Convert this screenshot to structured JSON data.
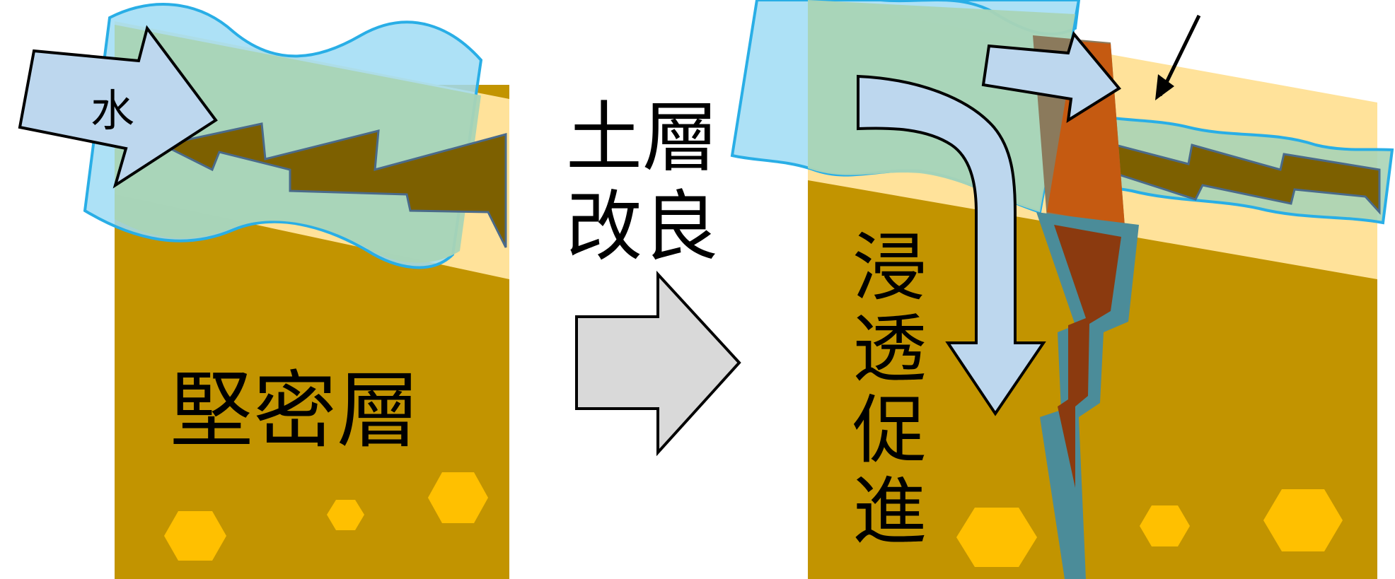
{
  "labels": {
    "water": "水",
    "hard_layer": "堅密層",
    "soil_improvement_line1": "土層",
    "soil_improvement_line2": "改良",
    "infiltration_chars": [
      "浸",
      "透",
      "促",
      "進"
    ]
  },
  "colors": {
    "subsoil": "#c29400",
    "topsoil": "#ffe29a",
    "water_fill": "#9fdcf5",
    "water_stroke": "#29aee6",
    "overlap_green": "#a9d4b6",
    "crack_brown": "#7d6000",
    "arrow_fill": "#bdd7ee",
    "big_arrow_fill": "#d9d9d9",
    "stone": "#ffc000",
    "drain_pipe": "#c55a11",
    "drain_pipe_dark": "#8b4513",
    "drain_outline": "#3f7f8f"
  },
  "icons": {
    "water_flow": "right-arrow-icon",
    "transition": "big-right-arrow-icon",
    "downward_flow": "down-bent-arrow-icon",
    "stones": "hexagon-stone-icon"
  }
}
